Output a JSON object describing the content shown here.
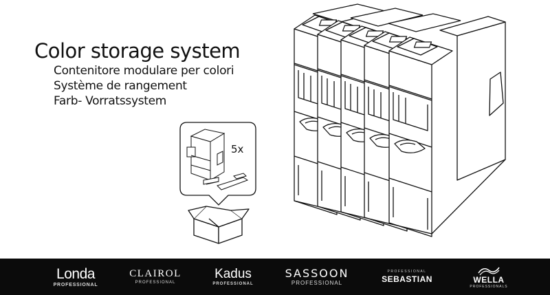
{
  "heading": {
    "title": "Color storage system",
    "subtitles": [
      "Contenitore modulare per colori",
      "Système de rangement",
      "Farb- Vorratssystem"
    ]
  },
  "package": {
    "quantity": "5x"
  },
  "brands": {
    "londa": {
      "name": "Londa",
      "tagline": "PROFESSIONAL"
    },
    "clairol": {
      "name": "CLAIROL",
      "tagline": "PROFESSIONAL"
    },
    "kadus": {
      "name": "Kadus",
      "tagline": "PROFESSIONAL"
    },
    "sassoon": {
      "name": "SASSOON",
      "tagline": "PROFESSIONAL"
    },
    "sebastian": {
      "name": "SEBASTIAN",
      "tagline": "PROFESSIONAL"
    },
    "wella": {
      "name": "WELLA",
      "tagline": "PROFESSIONALS"
    }
  },
  "colors": {
    "ink": "#111111",
    "bar": "#0b0b0b",
    "paper": "#ffffff"
  }
}
